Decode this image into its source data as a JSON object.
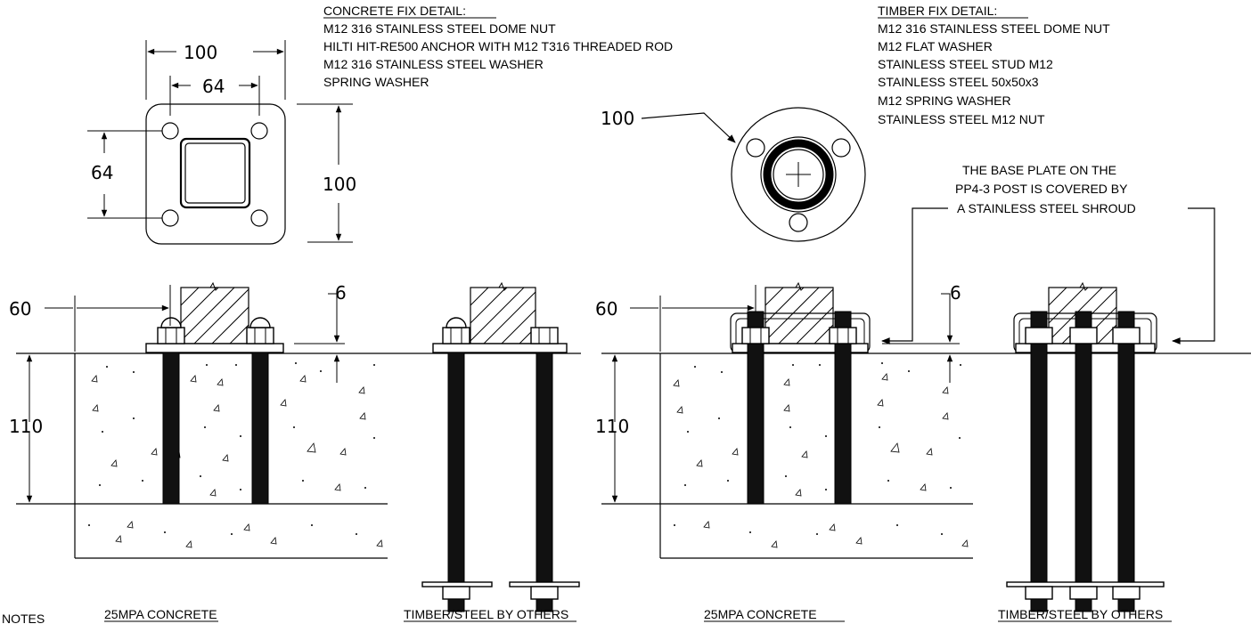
{
  "concrete_fix": {
    "heading": "CONCRETE FIX DETAIL:",
    "lines": [
      "M12 316 STAINLESS STEEL DOME NUT",
      "HILTI HIT-RE500 ANCHOR WITH M12 T316 THREADED ROD",
      "M12 316 STAINLESS STEEL WASHER",
      "SPRING WASHER"
    ]
  },
  "timber_fix": {
    "heading": "TIMBER FIX DETAIL:",
    "lines": [
      "M12 316 STAINLESS STEEL DOME NUT",
      "M12 FLAT WASHER",
      "STAINLESS STEEL STUD M12",
      "STAINLESS STEEL 50x50x3",
      "M12 SPRING WASHER",
      "STAINLESS STEEL M12 NUT"
    ]
  },
  "shroud_note": [
    "THE BASE PLATE ON THE",
    "PP4-3 POST IS COVERED BY",
    "A STAINLESS STEEL SHROUD"
  ],
  "dimensions": {
    "square_overall": "100",
    "square_holes": "64",
    "square_side_holes": "64",
    "square_side_overall": "100",
    "round_plate": "100",
    "embed_left": "60",
    "plate_left": "6",
    "depth_left": "110",
    "embed_right": "60",
    "plate_right": "6",
    "depth_right": "110"
  },
  "labels": {
    "notes": "NOTES",
    "concrete_left": "25MPA CONCRETE",
    "timber_left": "TIMBER/STEEL BY OTHERS",
    "concrete_right": "25MPA CONCRETE",
    "timber_right": "TIMBER/STEEL BY OTHERS"
  }
}
